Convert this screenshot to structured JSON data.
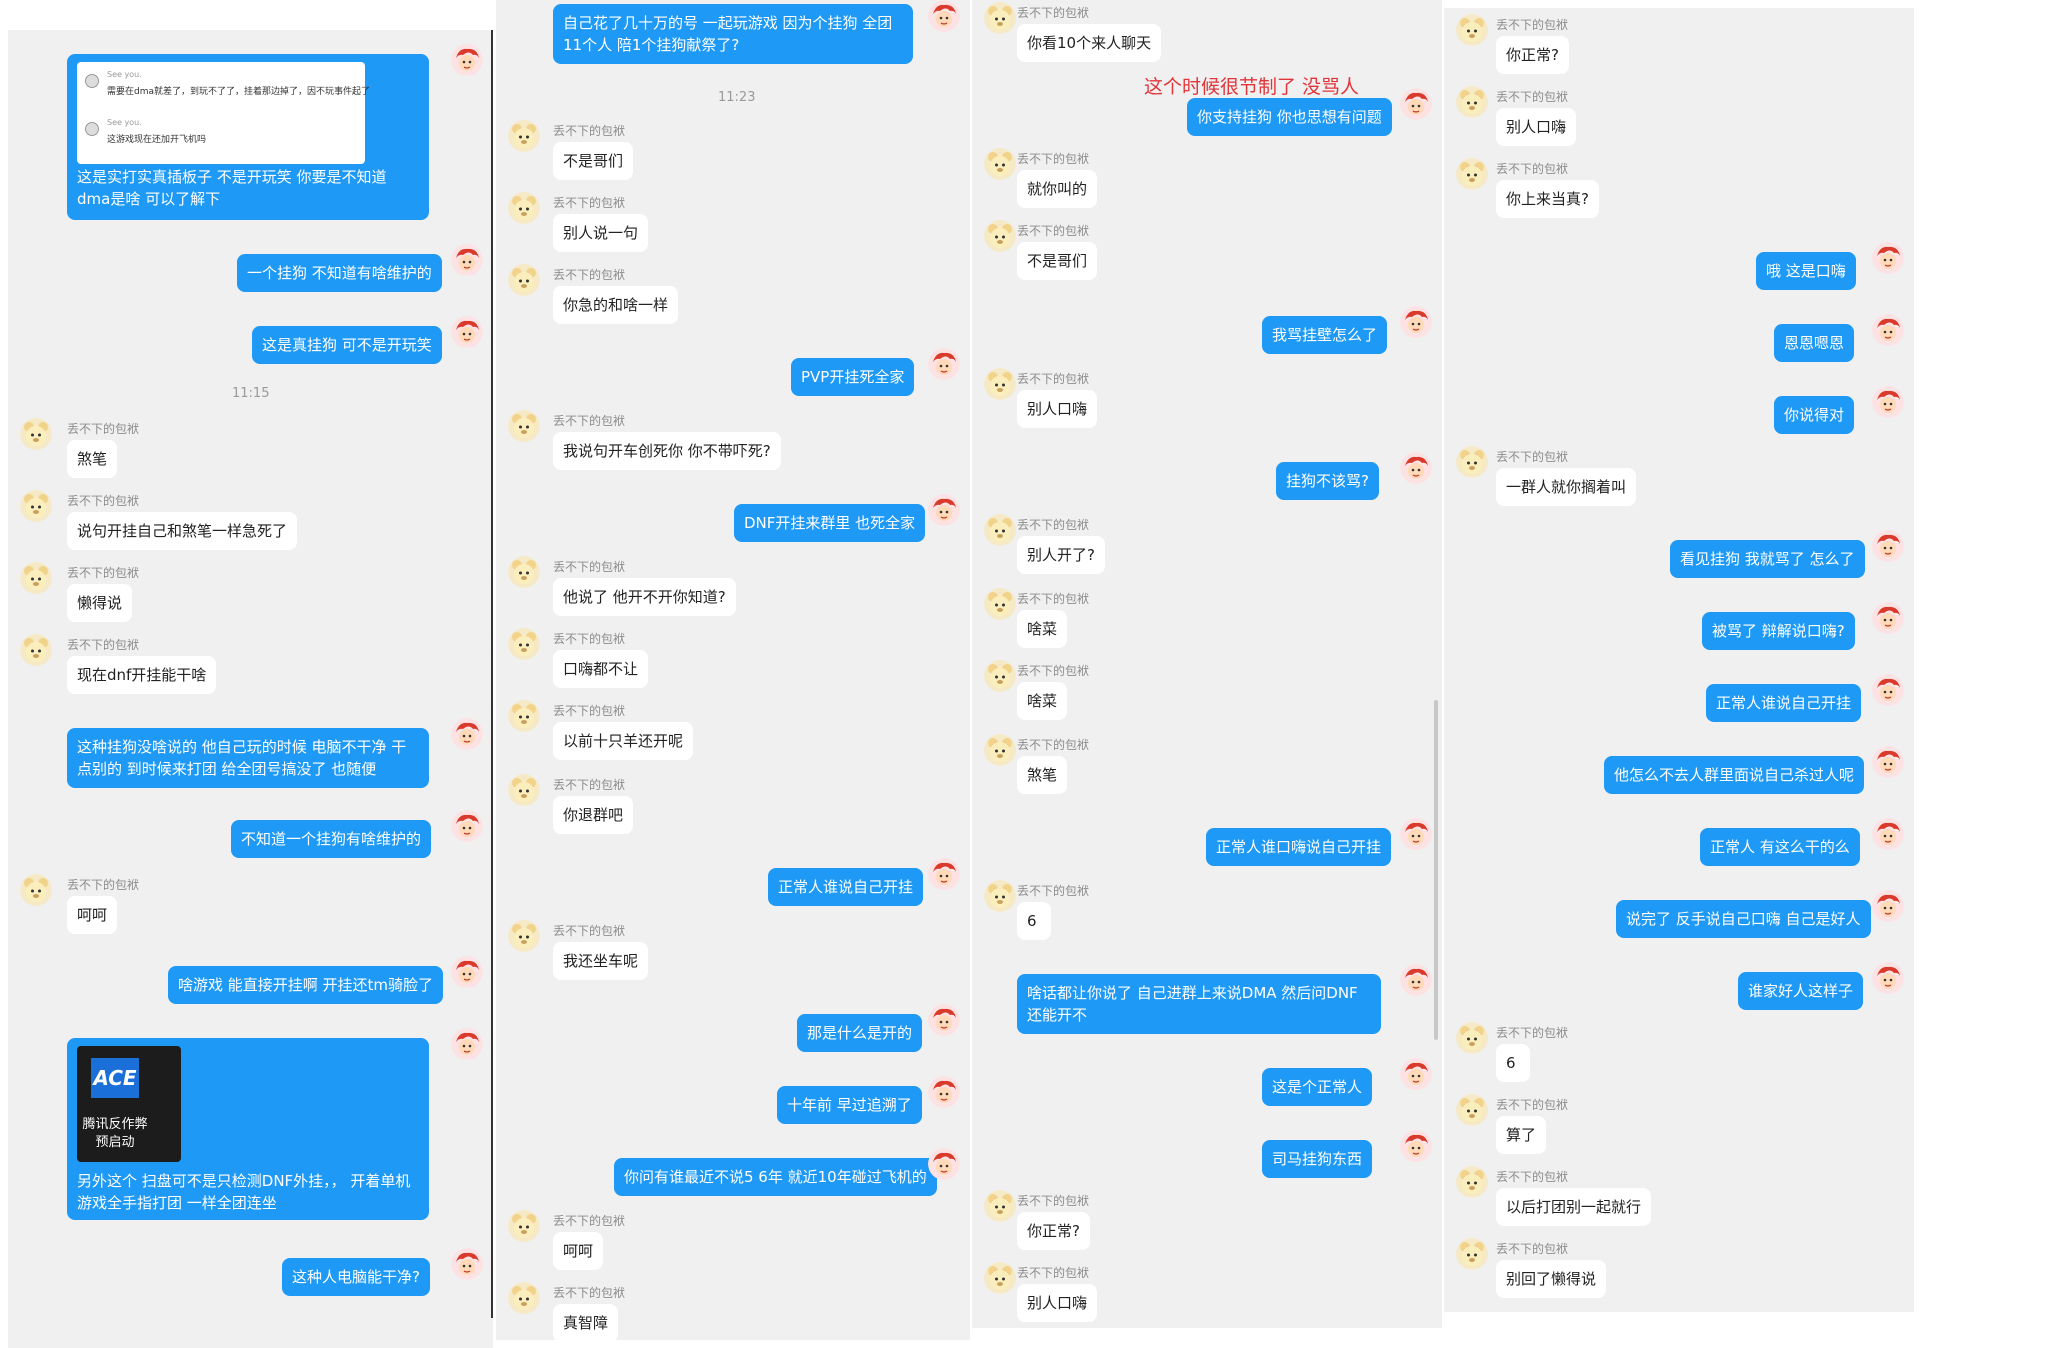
{
  "nickname_other": "丢不下的包袱",
  "colors": {
    "me_bubble": "#1e99f5",
    "other_bubble": "#ffffff",
    "panel": "#f0f0f0",
    "note": "#e2353a"
  },
  "col1": {
    "quote_users": [
      "See you.",
      "See you."
    ],
    "quote_lines": [
      "需要在dma就差了，到玩不了了，挂着那边掉了，因不玩事件起了",
      "这游戏现在还加开飞机吗"
    ],
    "msg1": "这是实打实真插板子 不是开玩笑  你要是不知道dma是啥  可以了解下",
    "msg2": "一个挂狗 不知道有啥维护的",
    "msg3": "这是真挂狗 可不是开玩笑",
    "time1": "11:15",
    "o1": "煞笔",
    "o2": "说句开挂自己和煞笔一样急死了",
    "o3": "懒得说",
    "o4": "现在dnf开挂能干啥",
    "msg4": "这种挂狗没啥说的  他自己玩的时候 电脑不干净 干点别的 到时候来打团 给全团号搞没了  也随便",
    "msg5": "不知道一个挂狗有啥维护的",
    "o5": "呵呵",
    "msg6": "啥游戏 能直接开挂啊  开挂还tm骑脸了",
    "app_logo": "ACE",
    "app_label": "腾讯反作弊 预启动",
    "msg7": "另外这个 扫盘可不是只检测DNF外挂，，  开着单机游戏全手指打团 一样全团连坐",
    "msg8": "这种人电脑能干净?"
  },
  "col2": {
    "msg1": "自己花了几十万的号 一起玩游戏  因为个挂狗 全团11个人 陪1个挂狗献祭了?",
    "time1": "11:23",
    "o1": "不是哥们",
    "o2": "别人说一句",
    "o3": "你急的和啥一样",
    "msg2": "PVP开挂死全家",
    "o4": "我说句开车创死你  你不带吓死?",
    "msg3": "DNF开挂来群里 也死全家",
    "o5": "他说了  他开不开你知道?",
    "o6": "口嗨都不让",
    "o7": "以前十只羊还开呢",
    "o8": "你退群吧",
    "msg4": "正常人谁说自己开挂",
    "o9": "我还坐车呢",
    "msg5": "那是什么是开的",
    "msg6": "十年前 早过追溯了",
    "msg7": "你问有谁最近不说5 6年 就近10年碰过飞机的",
    "o10": "呵呵",
    "o11": "真智障"
  },
  "col3": {
    "o1": "你看10个来人聊天",
    "note": "这个时候很节制了 没骂人",
    "msg1": "你支持挂狗 你也思想有问题",
    "o2": "就你叫的",
    "o3": "不是哥们",
    "msg2": "我骂挂壁怎么了",
    "o4": "别人口嗨",
    "msg3": "挂狗不该骂?",
    "o5": "别人开了?",
    "o6": "啥菜",
    "o7": "啥菜",
    "o8": "煞笔",
    "msg4": "正常人谁口嗨说自己开挂",
    "o9": "6",
    "msg5": "啥话都让你说了 自己进群上来说DMA  然后问DNF还能开不",
    "msg6": "这是个正常人",
    "msg7": "司马挂狗东西",
    "o10": "你正常?",
    "o11": "别人口嗨"
  },
  "col4": {
    "o1": "你正常?",
    "o2": "别人口嗨",
    "o3": "你上来当真?",
    "msg1": "哦 这是口嗨",
    "msg2": "恩恩嗯恩",
    "msg3": "你说得对",
    "o4": "一群人就你搁着叫",
    "msg4": "看见挂狗 我就骂了 怎么了",
    "msg5": "被骂了 辩解说口嗨?",
    "msg6": "正常人谁说自己开挂",
    "msg7": "他怎么不去人群里面说自己杀过人呢",
    "msg8": "正常人 有这么干的么",
    "msg9": "说完了 反手说自己口嗨 自己是好人",
    "msg10": "谁家好人这样子",
    "o5": "6",
    "o6": "算了",
    "o7": "以后打团别一起就行",
    "o8": "别回了懒得说"
  }
}
